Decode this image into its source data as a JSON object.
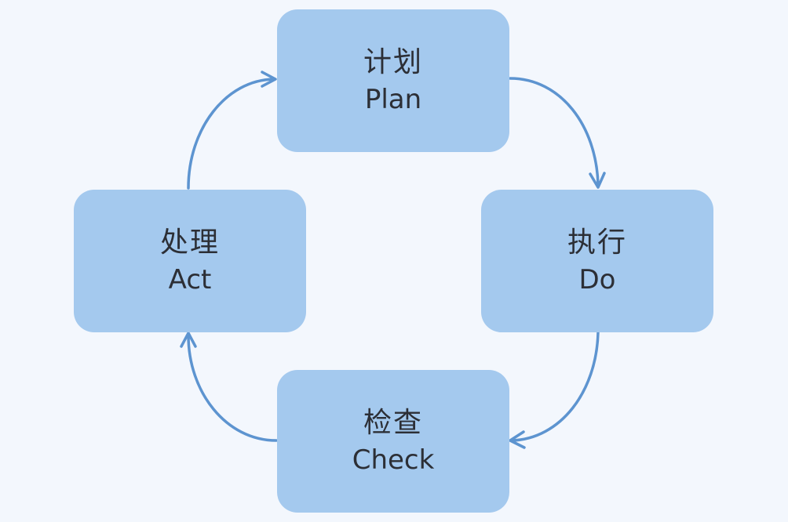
{
  "theme": {
    "background": "#f3f7fd",
    "node_fill": "#a4c9ee",
    "arrow_color": "#5d94d0",
    "text_color": "#2c2f36"
  },
  "cycle": [
    {
      "key": "plan",
      "zh": "计划",
      "en": "Plan"
    },
    {
      "key": "do",
      "zh": "执行",
      "en": "Do"
    },
    {
      "key": "check",
      "zh": "检查",
      "en": "Check"
    },
    {
      "key": "act",
      "zh": "处理",
      "en": "Act"
    }
  ],
  "arrows": [
    {
      "from": "plan",
      "to": "do"
    },
    {
      "from": "do",
      "to": "check"
    },
    {
      "from": "check",
      "to": "act"
    },
    {
      "from": "act",
      "to": "plan"
    }
  ]
}
